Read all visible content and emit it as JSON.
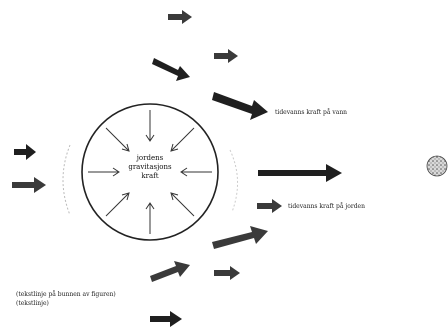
{
  "diagram": {
    "center_lines": [
      "jordens",
      "gravitasjons",
      "kraft"
    ],
    "labels": {
      "water_force": "tidevanns kraft på vann",
      "earth_force": "tidevanns kraft på jorden",
      "bottom_left_line1": "(tekstlinje på bunnen av figuren)",
      "bottom_left_line2": "(tekstlinje)"
    },
    "colors": {
      "arrow_dark": "#1f1f1f",
      "arrow_gray": "#3a3a3a",
      "circle": "#222222"
    },
    "icons": {
      "moon": "moon-icon",
      "earth": "earth-circle"
    }
  }
}
